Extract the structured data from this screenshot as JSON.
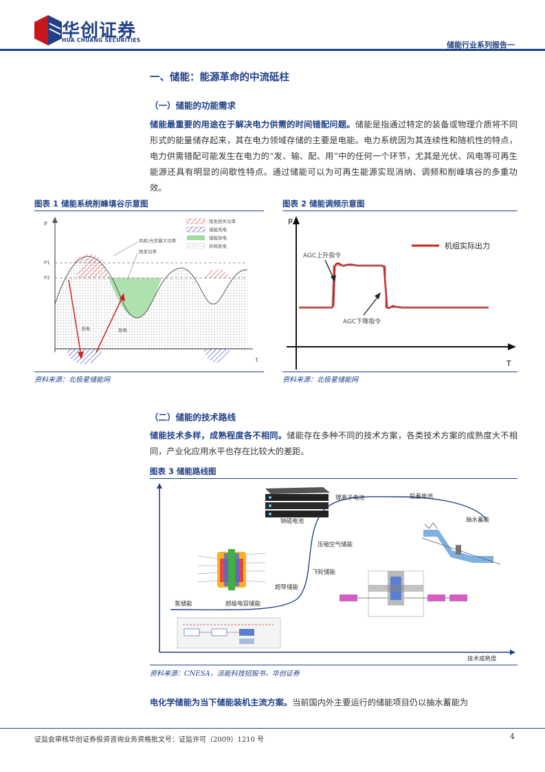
{
  "header": {
    "logo_cn": "华创证券",
    "logo_en": "HUA CHUANG SECURITIES",
    "series": "储能行业系列报告一"
  },
  "section1": {
    "title": "一、储能：能源革命的中流砥柱",
    "sub1": "（一）储能的功能需求",
    "para1_bold": "储能最重要的用途在于解决电力供需的时间错配问题。",
    "para1_text": "储能是指通过特定的装备或物理介质将不同形式的能量储存起来，其在电力领域存储的主要是电能。电力系统因为其连续性和随机性的特点，电力供需错配可能发生在电力的“发、输、配、用”中的任何一个环节，尤其是光伏、风电等可再生能源还具有明显的间歇性特点。通过储能可以为可再生能源实现消纳、调频和削峰填谷的多重功效。"
  },
  "fig1": {
    "caption": "图表 1 储能系统削峰填谷示意图",
    "source": "资料来源：北极星储能网",
    "axis_y": "P",
    "axis_x": "t",
    "p1": "P1",
    "p2": "P2",
    "legend": [
      "限发损失功率",
      "储能充电",
      "储能放电",
      "并网发电"
    ],
    "label_max": "风机/光伏最大功率",
    "label_limit": "限发功率",
    "label_charge": "充电",
    "label_discharge": "放电",
    "colors": {
      "loss": "#e07070",
      "charge": "#6a6ad0",
      "discharge": "#7ac77a",
      "grid": "#bbbbbb"
    }
  },
  "fig2": {
    "caption": "图表 2 储能调频示意图",
    "source": "资料来源：北极星储能网",
    "axis_y": "P",
    "axis_x": "T",
    "legend": "机组实际出力",
    "label_up": "AGC上升指令",
    "label_down": "AGC下降指令",
    "colors": {
      "line": "#cc2020"
    }
  },
  "section2": {
    "sub2": "（二）储能的技术路线",
    "para2_bold": "储能技术多样，成熟程度各不相同。",
    "para2_text": "储能存在多种不同的技术方案，各类技术方案的成熟度大不相同，产业化应用水平也存在比较大的差距。"
  },
  "fig3": {
    "caption": "图表 3  储能路线图",
    "source": "资料来源：CNESA，派能科技招股书，华创证券",
    "xlabel": "技术成熟度",
    "techs": [
      "氢储能",
      "超级电容储能",
      "超导储能",
      "飞轮储能",
      "压缩空气储能",
      "钠硫电池",
      "锂离子电池",
      "铅蓄电池",
      "抽水蓄能"
    ]
  },
  "section3": {
    "para3_bold": "电化学储能为当下储能装机主流方案。",
    "para3_text": "当前国内外主要运行的储能项目仍以抽水蓄能为"
  },
  "footer": {
    "license": "证监会审核华创证券投资咨询业务资格批文号：证监许可（2009）1210 号",
    "page": "4"
  }
}
